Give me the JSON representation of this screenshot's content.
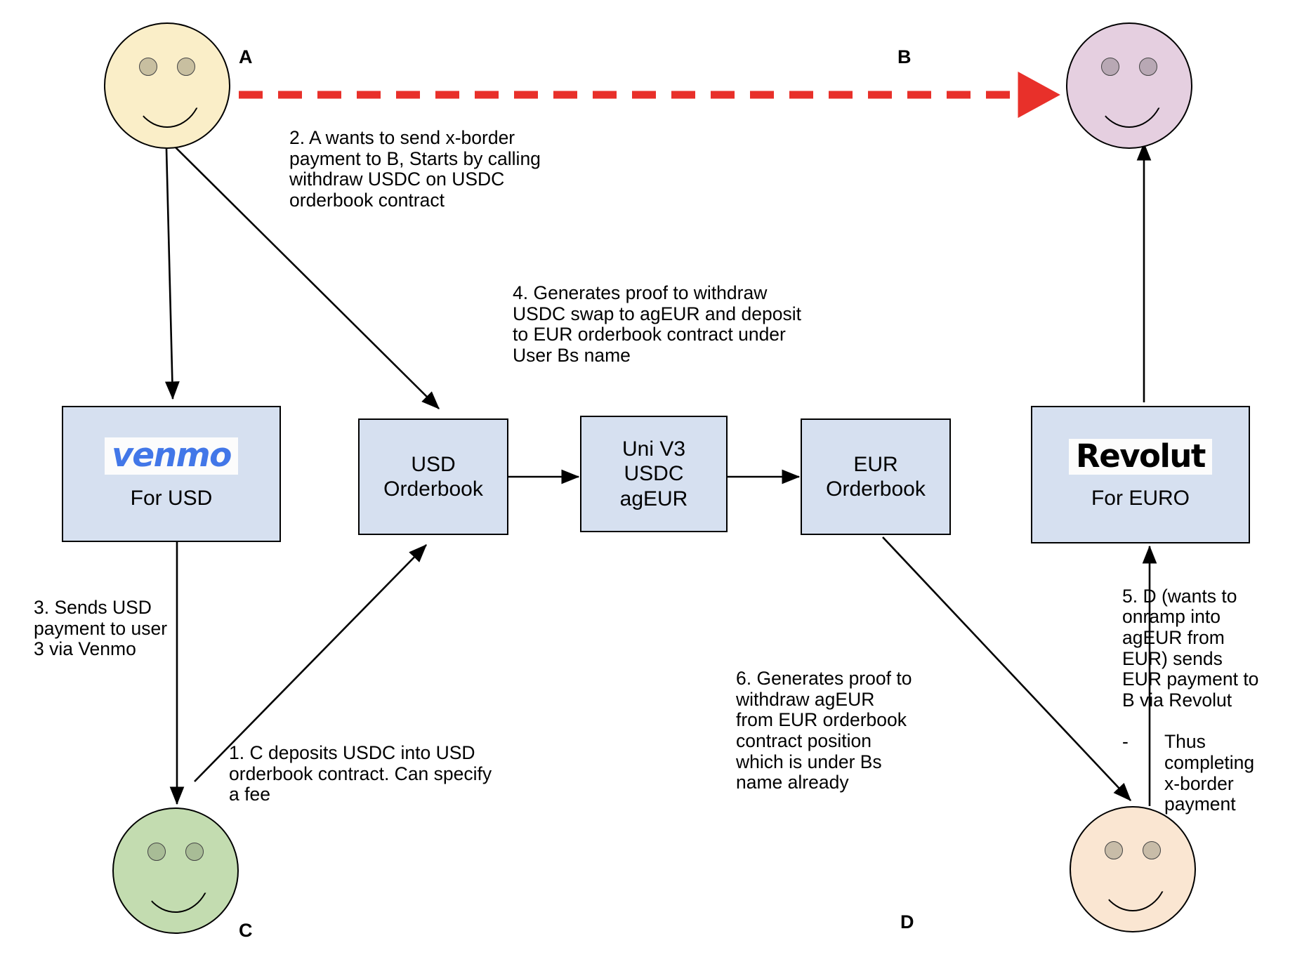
{
  "diagram": {
    "title": "Cross-border payment orderbook flow",
    "colors": {
      "box_fill": "#d6e0f0",
      "box_stroke": "#000000",
      "arrow": "#000000",
      "highlight_arrow": "#e8302a",
      "face_a": "#faeec8",
      "face_b": "#e5cfe0",
      "face_c": "#c3dcb0",
      "face_d": "#fae6d2",
      "eye_a": "#c8bfa0",
      "eye_b": "#b8a8b4",
      "eye_c": "#a8bc96",
      "eye_d": "#c8bca8",
      "venmo_blue": "#4277e8",
      "revolut_black": "#000000",
      "logo_bg": "#fcfcfc"
    }
  },
  "actors": [
    {
      "id": "a",
      "label": "A",
      "fill": "#faeec8",
      "eye": "#c8bfa0"
    },
    {
      "id": "b",
      "label": "B",
      "fill": "#e5cfe0",
      "eye": "#b8a8b4"
    },
    {
      "id": "c",
      "label": "C",
      "fill": "#c3dcb0",
      "eye": "#a8bc96"
    },
    {
      "id": "d",
      "label": "D",
      "fill": "#fae6d2",
      "eye": "#c8bca8"
    }
  ],
  "boxes": {
    "venmo": {
      "logo": "venmo",
      "sub": "For USD"
    },
    "usd_orderbook": {
      "line1": "USD",
      "line2": "Orderbook"
    },
    "uniswap": {
      "line1": "Uni V3",
      "line2": "USDC",
      "line3": "agEUR"
    },
    "eur_orderbook": {
      "line1": "EUR",
      "line2": "Orderbook"
    },
    "revolut": {
      "logo": "Revolut",
      "sub": "For EURO"
    }
  },
  "notes": {
    "step1": "1. C deposits USDC into USD\norderbook contract. Can specify\na fee",
    "step2": "2. A wants to send x-border\npayment to B, Starts by calling\nwithdraw USDC on USDC\norderbook contract",
    "step3": "3. Sends USD\npayment to user\n3 via Venmo",
    "step4": "4. Generates proof to withdraw\nUSDC swap to agEUR and deposit\nto EUR orderbook contract under\nUser Bs name",
    "step5_main": "5. D (wants to\nonramp into\nagEUR from\nEUR) sends\nEUR payment to\nB via Revolut",
    "step5_dash": "-",
    "step5_sub": "Thus\ncompleting\nx-border\npayment",
    "step6": "6. Generates proof to\nwithdraw agEUR\nfrom EUR orderbook\ncontract position\nwhich is under Bs\nname already"
  }
}
